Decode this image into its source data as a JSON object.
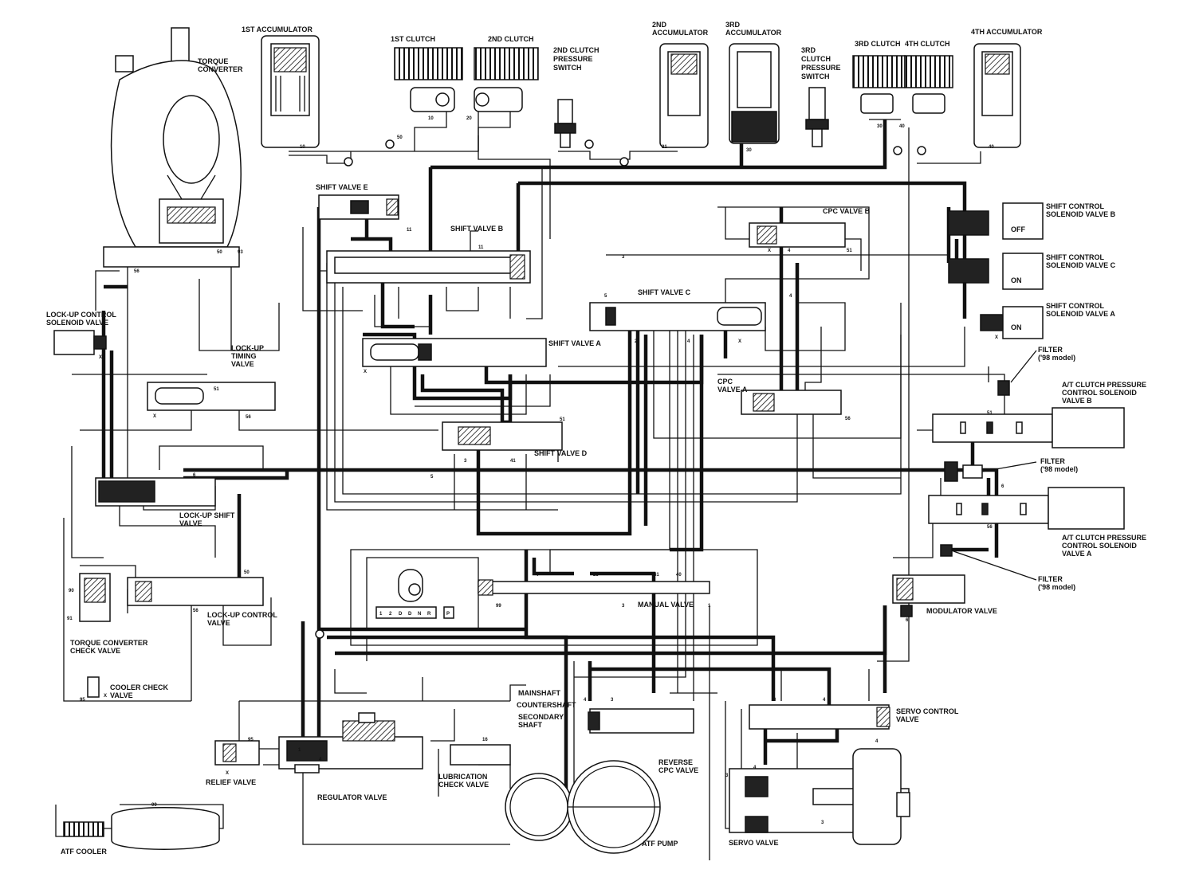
{
  "components": {
    "accumulator_1st": "1ST ACCUMULATOR",
    "torque_converter": "TORQUE CONVERTER",
    "clutch_1st": "1ST CLUTCH",
    "clutch_2nd": "2ND CLUTCH",
    "switch_2nd": "2ND CLUTCH PRESSURE SWITCH",
    "accumulator_2nd": "2ND ACCUMULATOR",
    "accumulator_3rd": "3RD ACCUMULATOR",
    "switch_3rd": "3RD CLUTCH PRESSURE SWITCH",
    "clutch_3rd": "3RD CLUTCH",
    "clutch_4th": "4TH CLUTCH",
    "accumulator_4th": "4TH ACCUMULATOR",
    "shift_valve_e": "SHIFT VALVE E",
    "shift_valve_b": "SHIFT VALVE B",
    "cpc_valve_b": "CPC VALVE B",
    "solenoid_b": "SHIFT CONTROL SOLENOID VALVE B",
    "solenoid_b_state": "OFF",
    "solenoid_c": "SHIFT CONTROL SOLENOID VALVE C",
    "solenoid_c_state": "ON",
    "solenoid_a": "SHIFT CONTROL SOLENOID VALVE A",
    "solenoid_a_state": "ON",
    "shift_valve_c": "SHIFT VALVE C",
    "lockup_solenoid": "LOCK-UP CONTROL SOLENOID VALVE",
    "shift_valve_a": "SHIFT VALVE A",
    "lockup_timing": "LOCK-UP TIMING VALVE",
    "cpc_valve_a": "CPC VALVE A",
    "filter_top": "FILTER",
    "filter_top_note": "('98 model)",
    "atclutch_b": "A/T CLUTCH PRESSURE CONTROL SOLENOID VALVE B",
    "shift_valve_d": "SHIFT VALVE D",
    "filter_mid": "FILTER",
    "filter_mid_note": "('98 model)",
    "lockup_shift": "LOCK-UP SHIFT VALVE",
    "atclutch_a": "A/T CLUTCH PRESSURE CONTROL SOLENOID VALVE A",
    "filter_bot": "FILTER",
    "filter_bot_note": "('98 model)",
    "manual_valve": "MANUAL VALVE",
    "modulator_valve": "MODULATOR VALVE",
    "tc_check": "TORQUE CONVERTER CHECK VALVE",
    "lockup_control": "LOCK-UP CONTROL VALVE",
    "cooler_check": "COOLER CHECK VALVE",
    "mainshaft": "MAINSHAFT",
    "countershaft": "COUNTERSHAFT",
    "secondary_shaft": "SECONDARY SHAFT",
    "servo_control": "SERVO CONTROL VALVE",
    "relief_valve": "RELIEF VALVE",
    "regulator_valve": "REGULATOR VALVE",
    "lubrication_check": "LUBRICATION CHECK VALVE",
    "reverse_cpc": "REVERSE CPC VALVE",
    "atf_cooler": "ATF COOLER",
    "atf_pump": "ATF PUMP",
    "servo_valve": "SERVO VALVE"
  },
  "manual_positions": [
    "1",
    "2",
    "D",
    "D",
    "N",
    "R",
    "P"
  ],
  "ports": {
    "p1": "1",
    "p2": "2",
    "p3": "3",
    "p4": "4",
    "p5": "5",
    "p6": "6",
    "p10": "10",
    "p11": "11",
    "p16": "16",
    "p20": "20",
    "p21": "21",
    "p25": "25",
    "p30": "30",
    "p40": "40",
    "p41": "41",
    "p50": "50",
    "p51": "51",
    "p56": "56",
    "p90": "90",
    "p91": "91",
    "p93": "93",
    "p95": "95",
    "p99": "99",
    "px": "X"
  }
}
